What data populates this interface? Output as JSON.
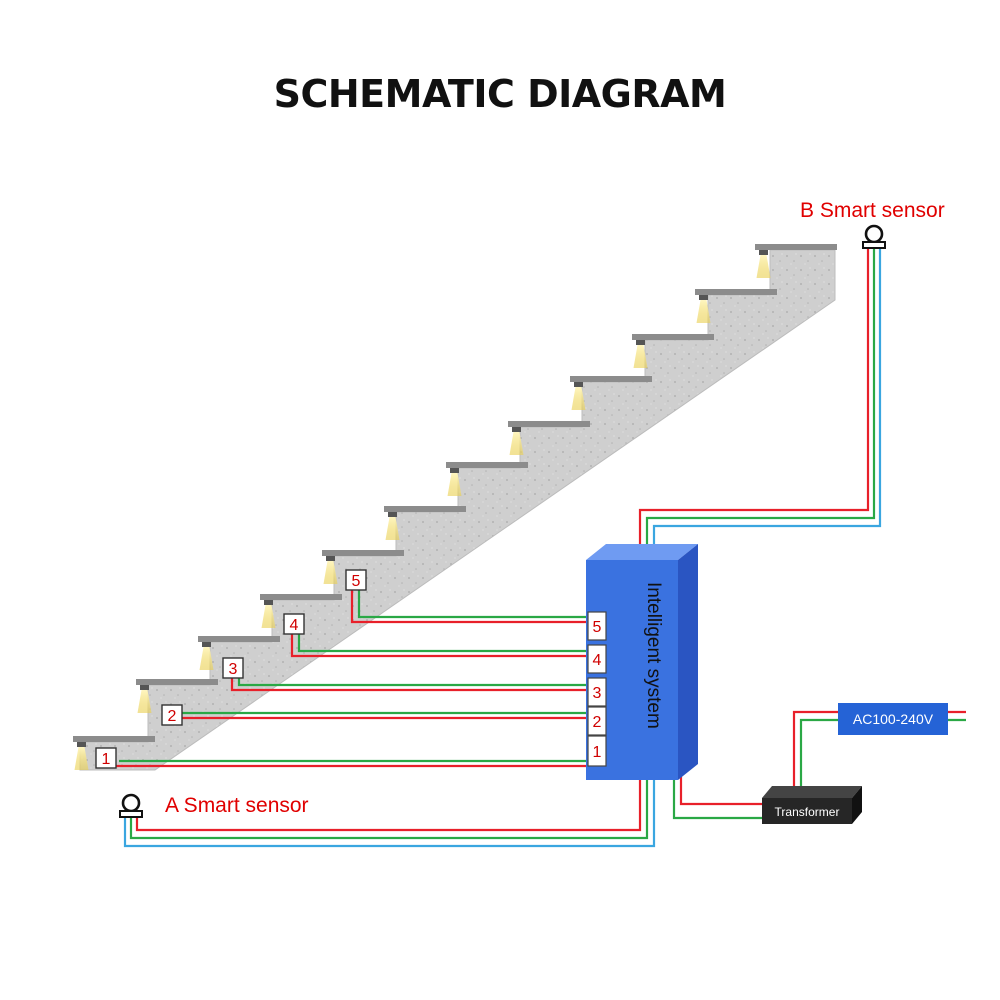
{
  "title": "SCHEMATIC DIAGRAM",
  "sensor_a_label": "A  Smart sensor",
  "sensor_b_label": "B  Smart sensor",
  "system_label": "Intelligent system",
  "power_label": "AC100-240V",
  "transformer_label": "Transformer",
  "channels": [
    "1",
    "2",
    "3",
    "4",
    "5"
  ],
  "colors": {
    "wire_red": "#e8202a",
    "wire_green": "#2aa845",
    "wire_blue": "#3aa6e0",
    "system_blue": "#3a72e0",
    "label_red": "#e00000",
    "stair_gray": "#c9c9c9",
    "lamp_yellow": "#f4e08a"
  },
  "icons": [
    "sensor-icon",
    "stair-lamp-icon"
  ]
}
